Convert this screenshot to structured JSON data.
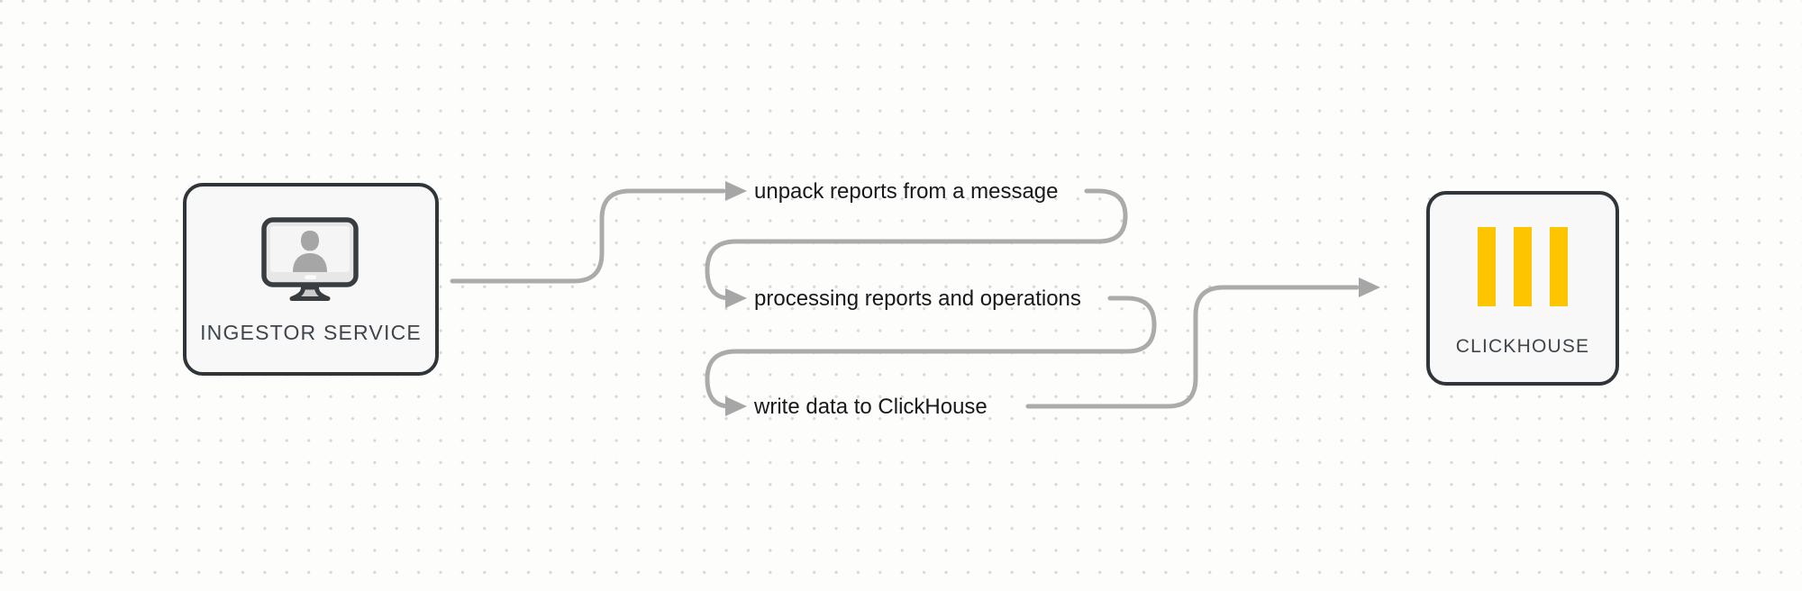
{
  "diagram": {
    "nodes": [
      {
        "id": "ingestor-service",
        "label": "INGESTOR SERVICE",
        "icon": "monitor-user-icon"
      },
      {
        "id": "clickhouse",
        "label": "CLICKHOUSE",
        "icon": "clickhouse-bars-icon",
        "accent": "#fdc500"
      }
    ],
    "steps": [
      {
        "label": "unpack reports from a message"
      },
      {
        "label": "processing reports and operations"
      },
      {
        "label": "write data to ClickHouse"
      }
    ],
    "colors": {
      "edge": "#ababab",
      "arrowhead": "#a6a6a6",
      "node_border": "#30353a",
      "node_fill": "#f7f8f7",
      "node_label_text": "#3f454b",
      "step_text": "#17191c",
      "clickhouse_yellow": "#fdc500",
      "background": "#fdfdfc",
      "grid_dot": "#d7d7d7"
    }
  }
}
